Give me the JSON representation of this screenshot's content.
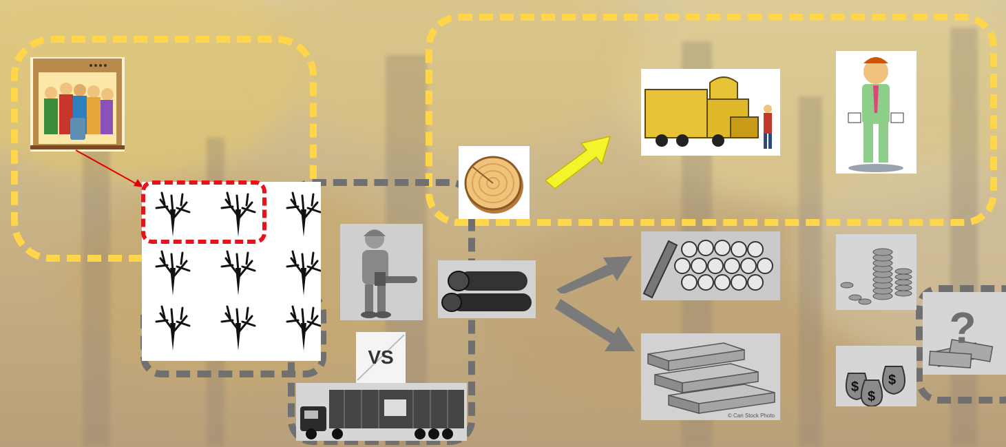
{
  "diagram": {
    "background": "autumn-forest",
    "colors": {
      "yellow_dash": "#ffd54a",
      "gray_dash": "#707070",
      "red_dash": "#e8121b",
      "yellow_arrow": "#f4f42a",
      "gray_arrow": "#7a7a7a",
      "red_arrow": "#e00000"
    },
    "images": {
      "elevator": "crowded-elevator-illustration",
      "trees": "bare-trees-grid",
      "lumberjack": "lumberjack-with-chainsaw",
      "versus": "VS",
      "truck": "logging-truck",
      "log_slice": "wood-log-slice",
      "logs": "dark-logs",
      "chipper": "wood-chipper-truck",
      "broke_man": "man-with-empty-pockets",
      "log_pile": "stacked-logs",
      "lumber": "lumber-planks",
      "coins": "stacked-coins",
      "money_bags": "money-bags",
      "question_money": "question-mark-money"
    },
    "lumber_caption": "© Can Stock Photo"
  }
}
